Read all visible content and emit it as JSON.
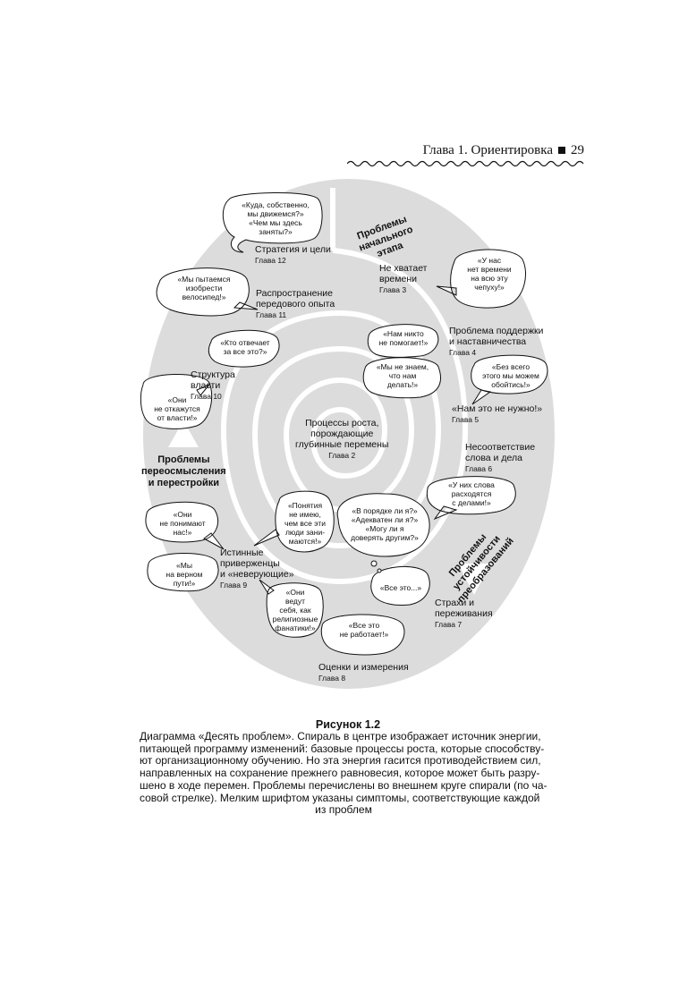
{
  "header": {
    "chapter": "Глава 1. Ориентировка",
    "page_number": "29"
  },
  "center": {
    "line1": "Процессы роста,",
    "line2": "порождающие",
    "line3": "глубинные перемены",
    "chapter": "Глава 2"
  },
  "sections": {
    "initial_1": "Проблемы",
    "initial_2": "начального",
    "initial_3": "этапа",
    "sustain_1": "Проблемы",
    "sustain_2": "устойчивости",
    "sustain_3": "преобразований",
    "rethink_1": "Проблемы",
    "rethink_2": "переосмысления",
    "rethink_3": "и перестройки"
  },
  "labels": {
    "strategy": {
      "l1": "Стратегия и цели",
      "ch": "Глава 12"
    },
    "diffusion": {
      "l1": "Распространение",
      "l2": "передового опыта",
      "ch": "Глава 11"
    },
    "time": {
      "l1": "Не хватает",
      "l2": "времени",
      "ch": "Глава 3"
    },
    "support": {
      "l1": "Проблема поддержки",
      "l2": "и наставничества",
      "ch": "Глава 4"
    },
    "relevance": {
      "l1": "«Нам это не нужно!»",
      "ch": "Глава 5"
    },
    "mismatch": {
      "l1": "Несоответствие",
      "l2": "слова и дела",
      "ch": "Глава 6"
    },
    "fear": {
      "l1": "Страхи и",
      "l2": "переживания",
      "ch": "Глава 7"
    },
    "measure": {
      "l1": "Оценки и измерения",
      "ch": "Глава 8"
    },
    "believers": {
      "l1": "Истинные",
      "l2": "приверженцы",
      "l3": "и «неверующие»",
      "ch": "Глава 9"
    },
    "power": {
      "l1": "Структура",
      "l2": "власти",
      "ch": "Глава 10"
    }
  },
  "bubbles": {
    "where": [
      "«Куда, собственно,",
      "мы движемся?»",
      "«Чем мы здесь",
      "заняты?»"
    ],
    "bicycle": [
      "«Мы пытаемся",
      "изобрести",
      "велосипед!»"
    ],
    "nonsense": [
      "«У нас",
      "нет времени",
      "на всю эту",
      "чепуху!»"
    ],
    "nohelp": [
      "«Нам никто",
      "не помогает!»"
    ],
    "dontknow": [
      "«Мы не знаем,",
      "что нам",
      "делать!»"
    ],
    "without": [
      "«Без всего",
      "этого мы можем",
      "обойтись!»"
    ],
    "wordsdeeds": [
      "«У них слова",
      "расходятся",
      "с делами!»"
    ],
    "trust": [
      "«В порядке ли я?»",
      "«Адекватен ли я?»",
      "«Могу ли я",
      "доверять другим?»"
    ],
    "allthis": [
      "«Все это...»"
    ],
    "notworking": [
      "«Все это",
      "не работает!»"
    ],
    "responsible": [
      "«Кто отвечает",
      "за все это?»"
    ],
    "power": [
      "«Они",
      "не откажутся",
      "от власти!»"
    ],
    "concepts": [
      "«Понятия",
      "не имею,",
      "чем все эти",
      "люди зани-",
      "маются!»"
    ],
    "understand": [
      "«Они",
      "не понимают",
      "нас!»"
    ],
    "right": [
      "«Мы",
      "на верном",
      "пути!»"
    ],
    "fanatics": [
      "«Они",
      "ведут",
      "себя, как",
      "религиозные",
      "фанатики!»"
    ]
  },
  "caption": {
    "title": "Рисунок 1.2",
    "lines": [
      "Диаграмма «Десять проблем». Спираль в центре изображает источник энергии,",
      "питающей программу изменений: базовые процессы роста, которые способству-",
      "ют организационному обучению. Но эта энергия гасится противодействием сил,",
      "направленных на сохранение прежнего равновесия, которое может быть разру-",
      "шено в ходе перемен. Проблемы перечислены во внешнем круге спирали (по ча-",
      "совой стрелке). Мелким шрифтом указаны симптомы, соответствующие каждой",
      "из проблем"
    ]
  },
  "colors": {
    "disc": "#dcdcdc",
    "ink": "#111111",
    "background": "#ffffff"
  }
}
